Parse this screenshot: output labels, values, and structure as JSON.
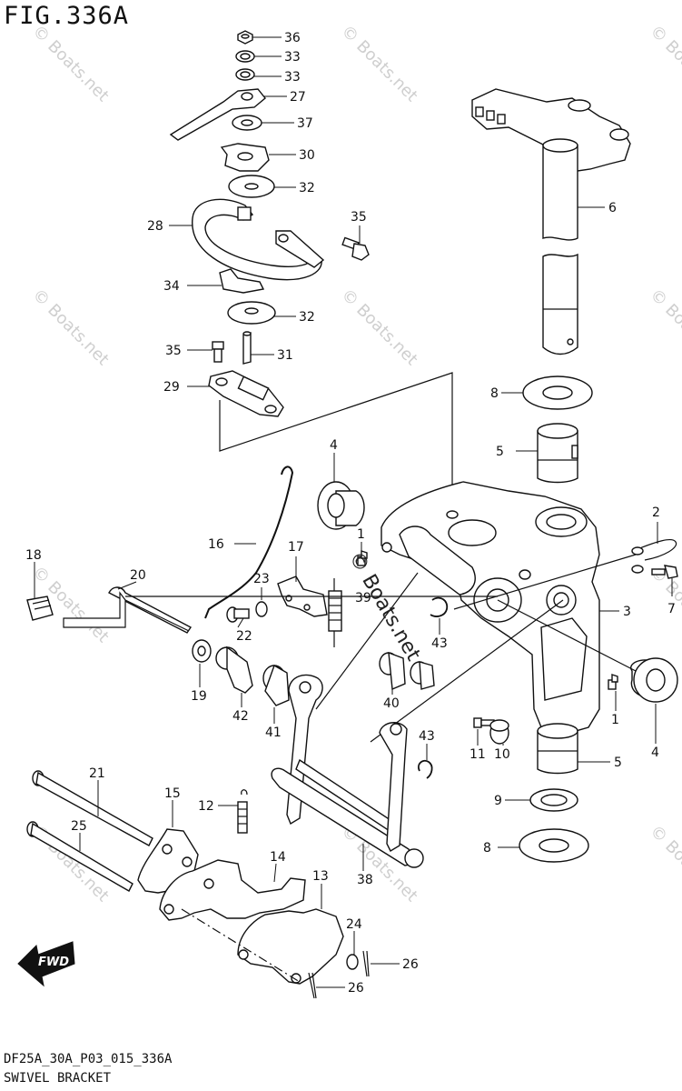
{
  "figure": {
    "title": "FIG.336A",
    "code": "DF25A_30A_P03_015_336A",
    "name": "SWIVEL BRACKET"
  },
  "watermark": {
    "text": "© Boats.net"
  },
  "fwd_badge": {
    "text": "FWD"
  },
  "callouts": [
    {
      "n": "36"
    },
    {
      "n": "33"
    },
    {
      "n": "33"
    },
    {
      "n": "27"
    },
    {
      "n": "37"
    },
    {
      "n": "30"
    },
    {
      "n": "32"
    },
    {
      "n": "28"
    },
    {
      "n": "35"
    },
    {
      "n": "34"
    },
    {
      "n": "32"
    },
    {
      "n": "35"
    },
    {
      "n": "31"
    },
    {
      "n": "29"
    },
    {
      "n": "6"
    },
    {
      "n": "8"
    },
    {
      "n": "5"
    },
    {
      "n": "4"
    },
    {
      "n": "2"
    },
    {
      "n": "16"
    },
    {
      "n": "17"
    },
    {
      "n": "1"
    },
    {
      "n": "7"
    },
    {
      "n": "18"
    },
    {
      "n": "20"
    },
    {
      "n": "23"
    },
    {
      "n": "39"
    },
    {
      "n": "3"
    },
    {
      "n": "22"
    },
    {
      "n": "43"
    },
    {
      "n": "19"
    },
    {
      "n": "42"
    },
    {
      "n": "41"
    },
    {
      "n": "40"
    },
    {
      "n": "11"
    },
    {
      "n": "10"
    },
    {
      "n": "1"
    },
    {
      "n": "4"
    },
    {
      "n": "43"
    },
    {
      "n": "5"
    },
    {
      "n": "21"
    },
    {
      "n": "15"
    },
    {
      "n": "9"
    },
    {
      "n": "12"
    },
    {
      "n": "25"
    },
    {
      "n": "8"
    },
    {
      "n": "14"
    },
    {
      "n": "38"
    },
    {
      "n": "13"
    },
    {
      "n": "24"
    },
    {
      "n": "26"
    },
    {
      "n": "26"
    }
  ]
}
